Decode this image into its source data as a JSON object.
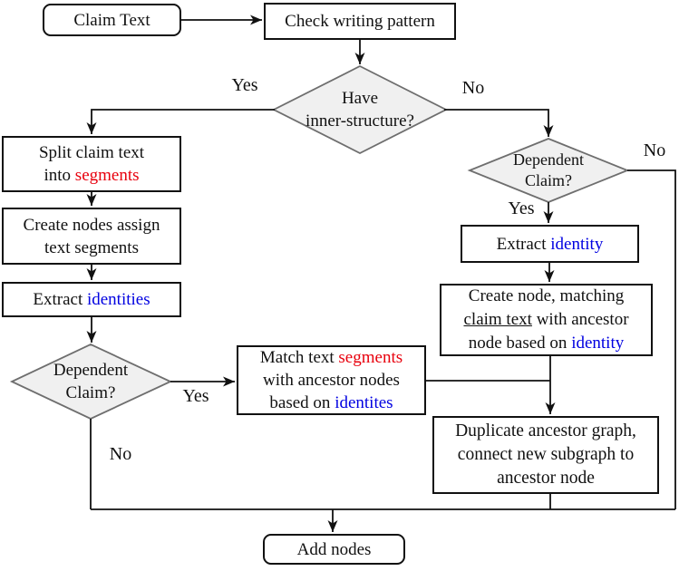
{
  "colors": {
    "red": "#e8000d",
    "blue": "#0000e1",
    "diamond_fill": "#f0f0f0",
    "diamond_border": "#6e6e6e",
    "line": "#111111"
  },
  "nodes": {
    "claim_text": {
      "label": "Claim Text"
    },
    "check_writing_pattern": {
      "label": "Check writing pattern"
    },
    "have_inner_structure": {
      "line1": "Have",
      "line2": "inner-structure?"
    },
    "split_claim": {
      "line1": "Split claim text",
      "line2_prefix": "into ",
      "line2_highlight": "segments"
    },
    "create_nodes_assign": {
      "line1": "Create nodes assign",
      "line2": "text segments"
    },
    "extract_identities": {
      "prefix": "Extract ",
      "highlight": "identities"
    },
    "dependent_claim_left": {
      "line1": "Dependent",
      "line2": "Claim?"
    },
    "match_segments": {
      "line1_prefix": "Match text ",
      "line1_highlight": "segments",
      "line2": "with ancestor nodes",
      "line3_prefix": "based on ",
      "line3_highlight": "identites"
    },
    "dependent_claim_right": {
      "line1": "Dependent",
      "line2": "Claim?"
    },
    "extract_identity": {
      "prefix": "Extract ",
      "highlight": "identity"
    },
    "create_node_matching": {
      "line1": "Create node, matching",
      "line2_underline": "claim text",
      "line2_rest": " with ancestor",
      "line3_prefix": "node based on ",
      "line3_highlight": "identity"
    },
    "duplicate_ancestor": {
      "line1": "Duplicate ancestor graph,",
      "line2": "connect new subgraph to",
      "line3": "ancestor node"
    },
    "add_nodes": {
      "label": "Add nodes"
    }
  },
  "edge_labels": {
    "have_structure_yes": "Yes",
    "have_structure_no": "No",
    "dependent_right_yes": "Yes",
    "dependent_right_no": "No",
    "dependent_left_yes": "Yes",
    "dependent_left_no": "No"
  }
}
